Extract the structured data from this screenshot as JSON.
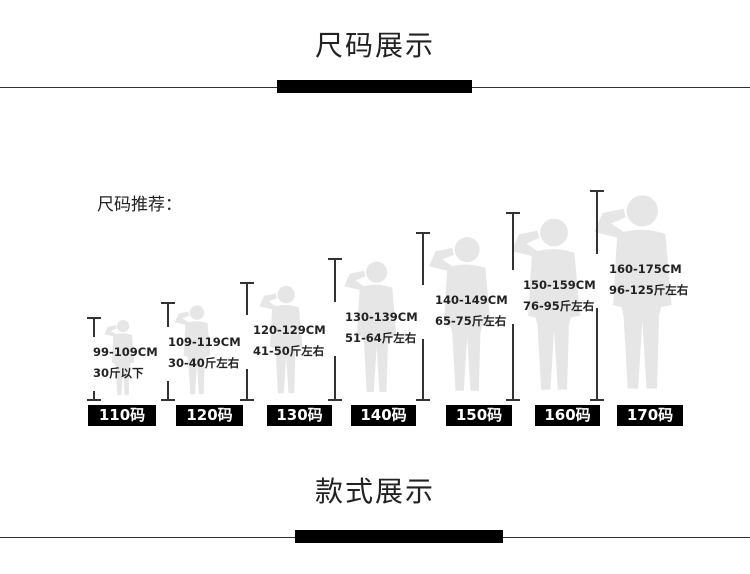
{
  "header": {
    "title": "尺码展示"
  },
  "recommend_label": "尺码推荐：",
  "sizes": [
    {
      "label": "110码",
      "height": "99-109CM",
      "weight": "30斤以下"
    },
    {
      "label": "120码",
      "height": "109-119CM",
      "weight": "30-40斤左右"
    },
    {
      "label": "130码",
      "height": "120-129CM",
      "weight": "41-50斤左右"
    },
    {
      "label": "140码",
      "height": "130-139CM",
      "weight": "51-64斤左右"
    },
    {
      "label": "150码",
      "height": "140-149CM",
      "weight": "65-75斤左右"
    },
    {
      "label": "160码",
      "height": "150-159CM",
      "weight": "76-95斤左右"
    },
    {
      "label": "170码",
      "height": "160-175CM",
      "weight": "96-125斤左右"
    }
  ],
  "footer": {
    "title": "款式展示"
  },
  "colors": {
    "figure": "#e6e6e6",
    "bar": "#000000"
  }
}
